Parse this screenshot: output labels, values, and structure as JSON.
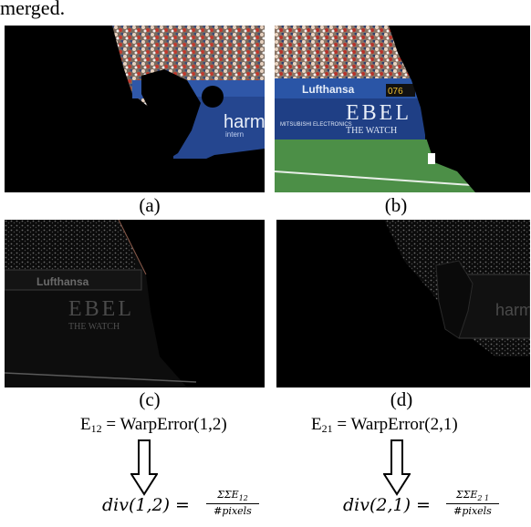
{
  "top_text": "merged.",
  "panels": {
    "a": {
      "caption": "(a)",
      "banner_brand": "harm",
      "banner_brand2": "intern"
    },
    "b": {
      "caption": "(b)",
      "sponsor1": "Lufthansa",
      "sponsor2": "EBEL",
      "sponsor3": "THE WATCH",
      "sponsor4": "MITSUBISHI ELECTRONICS",
      "scoreboard": "076"
    },
    "c": {
      "caption": "(c)",
      "sponsor1": "Lufthansa",
      "sponsor2": "EBEL",
      "sponsor3": "THE WATCH"
    },
    "d": {
      "caption": "(d)",
      "sponsor1": "harm"
    }
  },
  "equations": {
    "left": {
      "lhs": "E",
      "sub": "12",
      "rhs": " = WarpError(1,2)"
    },
    "right": {
      "lhs": "E",
      "sub": "21",
      "rhs": " = WarpError(2,1)"
    }
  },
  "formulas": {
    "left": {
      "div": "div(1,2) =",
      "numerator": "ΣΣE",
      "num_sub": "12",
      "denominator": "#pixels"
    },
    "right": {
      "div": "div(2,1) =",
      "numerator": "ΣΣE",
      "num_sub": "2 1",
      "denominator": "#pixels"
    }
  }
}
